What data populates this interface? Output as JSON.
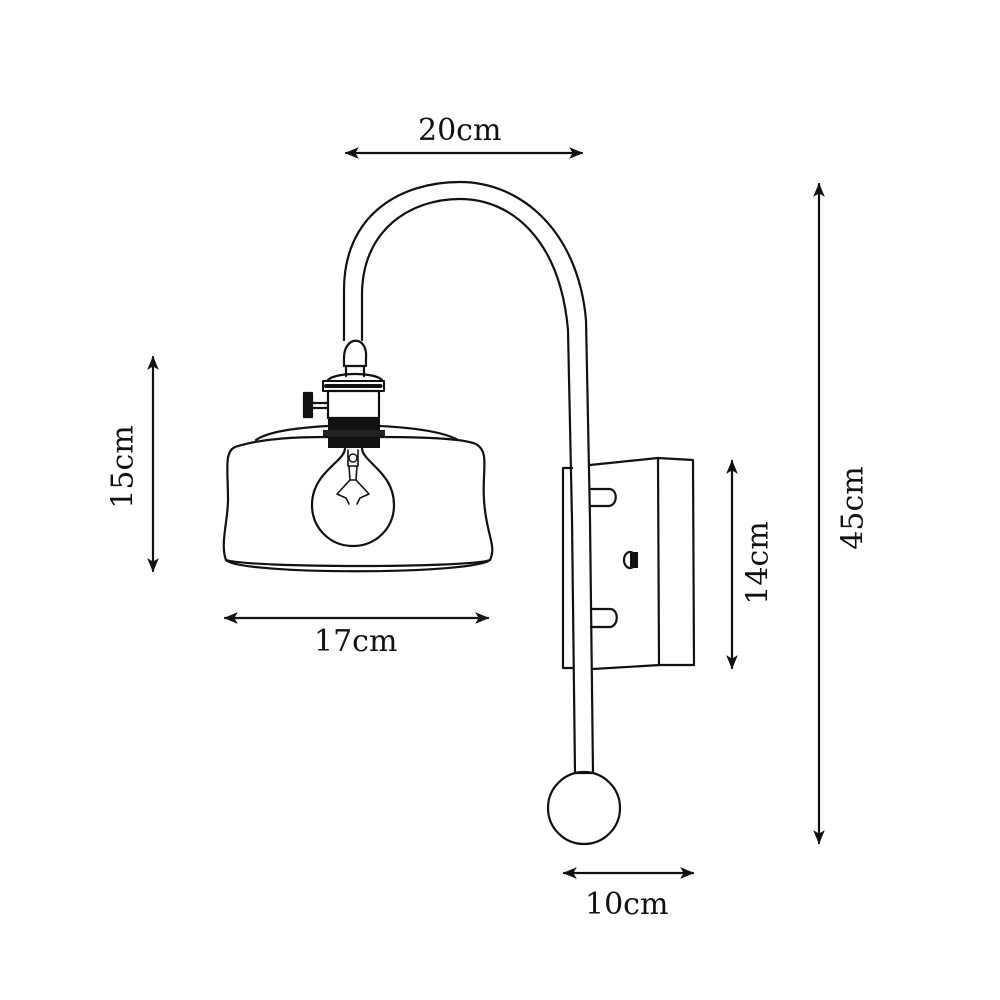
{
  "diagram": {
    "subject": "Wall sconce lamp with swan-neck arm, glass shade, bulb, rectangular wall plate and ball end",
    "stroke_color": "#111111",
    "background_color": "#ffffff",
    "dimensions": {
      "arm_width": "20cm",
      "total_height": "45cm",
      "shade_height": "15cm",
      "shade_width": "17cm",
      "plate_height": "14cm",
      "base_depth": "10cm"
    }
  }
}
